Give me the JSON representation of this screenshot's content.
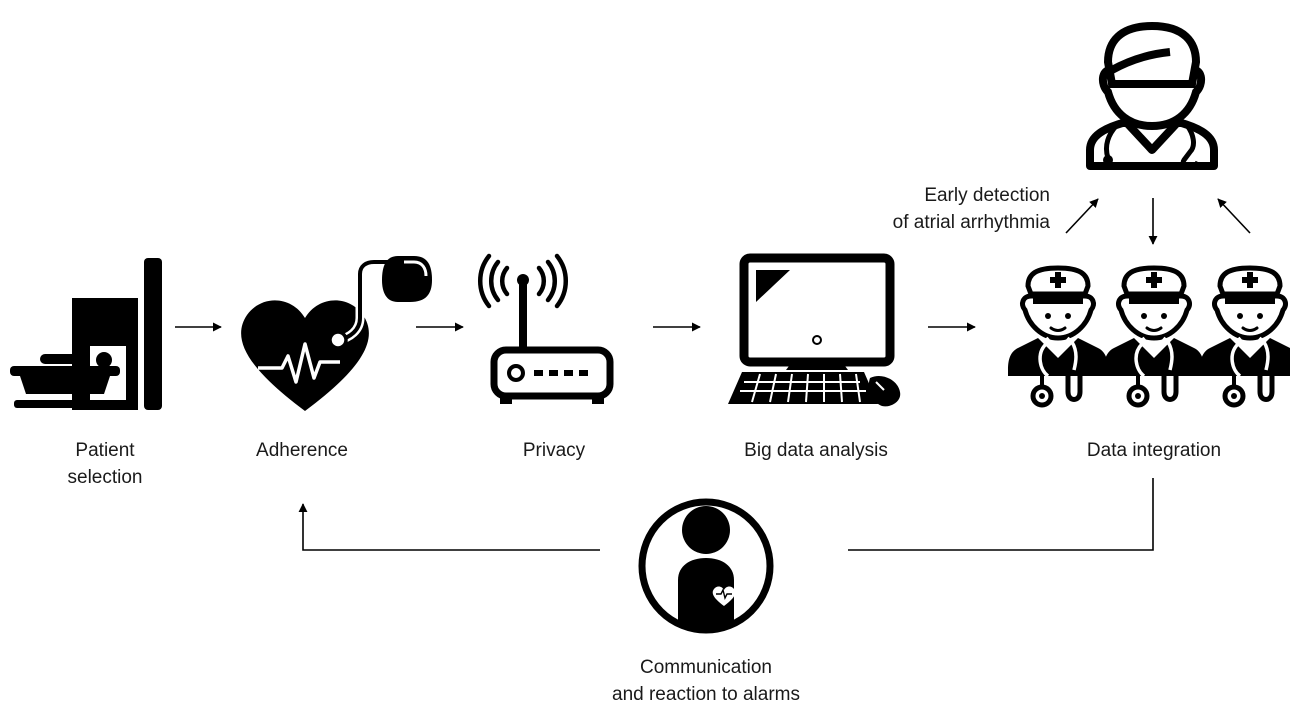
{
  "nodes": {
    "patient_selection": {
      "line1": "Patient",
      "line2": "selection",
      "icon": "ct-scanner-icon"
    },
    "adherence": {
      "label": "Adherence",
      "icon": "heart-pacemaker-icon"
    },
    "privacy": {
      "label": "Privacy",
      "icon": "wifi-router-icon"
    },
    "big_data": {
      "label": "Big data analysis",
      "icon": "computer-icon"
    },
    "data_integration": {
      "label": "Data integration",
      "icon": "nurses-icon"
    },
    "communication": {
      "line1": "Communication",
      "line2": "and reaction to alarms",
      "icon": "patient-with-device-icon"
    },
    "doctor": {
      "icon": "doctor-icon"
    }
  },
  "annotation": {
    "line1": "Early detection",
    "line2": "of atrial arrhythmia"
  },
  "colors": {
    "ink": "#000000",
    "background": "#ffffff"
  }
}
